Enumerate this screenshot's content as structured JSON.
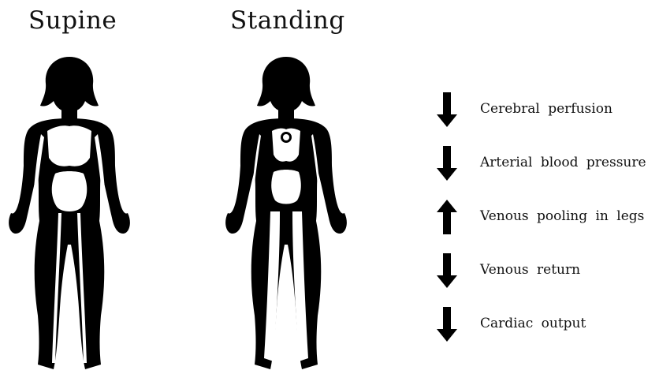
{
  "titles": {
    "supine": "Supine",
    "standing": "Standing"
  },
  "effects": [
    {
      "direction": "down",
      "label": "Cerebral perfusion"
    },
    {
      "direction": "down",
      "label": "Arterial blood pressure"
    },
    {
      "direction": "up",
      "label": "Venous pooling in legs"
    },
    {
      "direction": "down",
      "label": "Venous return"
    },
    {
      "direction": "down",
      "label": "Cardiac output"
    }
  ],
  "colors": {
    "silhouette": "#000000",
    "blood": "#ffffff",
    "text": "#111111"
  }
}
